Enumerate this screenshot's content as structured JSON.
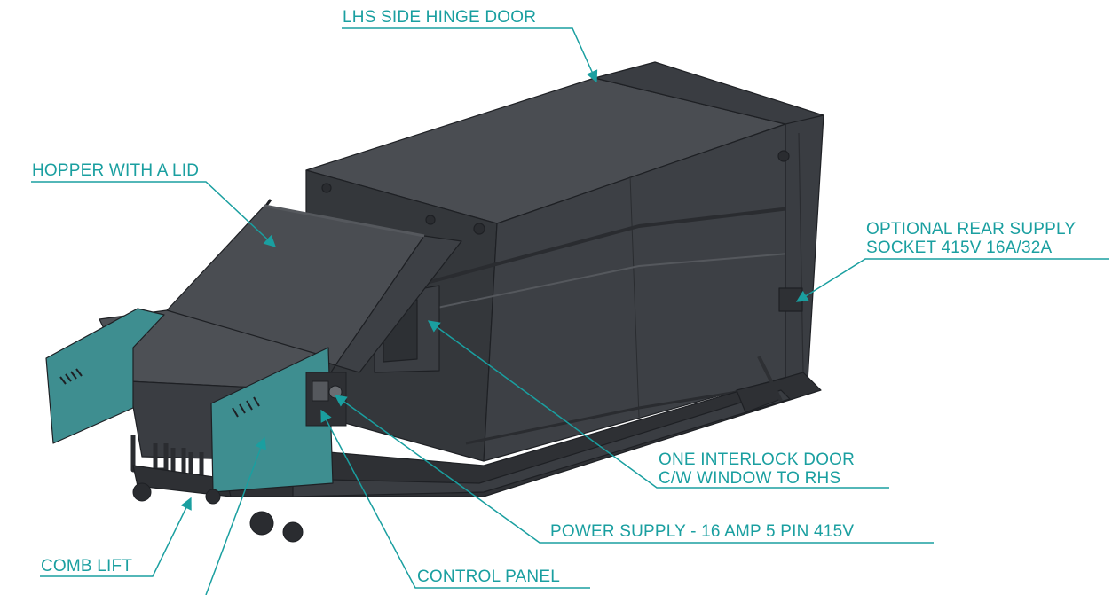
{
  "diagram": {
    "accent_color": "#1a9fa0",
    "body_color": "#3d4045",
    "panel_color": "#3e8e90",
    "callouts": {
      "lhs_door": "LHS SIDE HINGE DOOR",
      "hopper": "HOPPER WITH A LID",
      "rear_supply_line1": "OPTIONAL REAR SUPPLY",
      "rear_supply_line2": "SOCKET 415V 16A/32A",
      "interlock_line1": "ONE INTERLOCK DOOR",
      "interlock_line2": "C/W WINDOW TO RHS",
      "power_supply": "POWER SUPPLY - 16 AMP 5 PIN 415V",
      "comb_lift": "COMB LIFT",
      "control_panel": "CONTROL PANEL"
    }
  }
}
